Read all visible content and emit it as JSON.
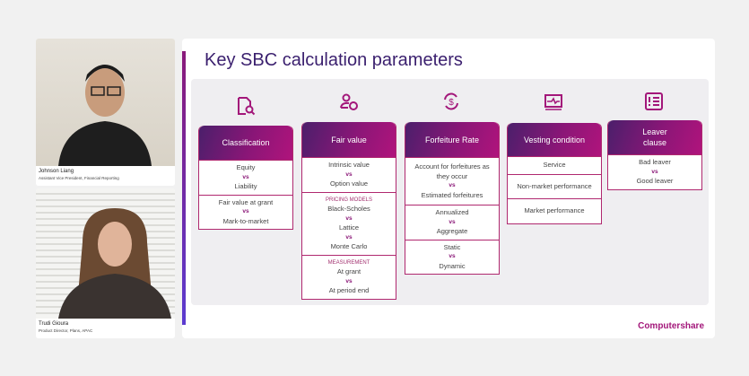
{
  "participants": [
    {
      "name": "Johnson Liang",
      "role": "Assistant Vice President, Financial Reporting"
    },
    {
      "name": "Trudi Gioura",
      "role": "Product Director, Plans, APAC"
    }
  ],
  "slide": {
    "title": "Key SBC calculation parameters",
    "logo": "Computershare",
    "cards": [
      {
        "icon": "document-search-icon",
        "title": "Classification",
        "cells": [
          [
            "Equity",
            "vs",
            "Liability"
          ],
          [
            "Fair value at grant",
            "vs",
            "Mark-to-market"
          ]
        ]
      },
      {
        "icon": "person-cube-icon",
        "title": "Fair value",
        "cells": [
          [
            "Intrinsic value",
            "vs",
            "Option value"
          ]
        ],
        "pricing_label": "PRICING MODELS",
        "pricing": [
          "Black-Scholes",
          "vs",
          "Lattice",
          "vs",
          "Monte Carlo"
        ],
        "measurement_label": "MEASUREMENT",
        "measurement": [
          "At grant",
          "vs",
          "At period end"
        ]
      },
      {
        "icon": "dollar-cycle-icon",
        "title": "Forfeiture Rate",
        "cells": [
          [
            "Account for forfeitures as they occur",
            "vs",
            "Estimated forfeitures"
          ],
          [
            "Annualized",
            "vs",
            "Aggregate"
          ],
          [
            "Static",
            "vs",
            "Dynamic"
          ]
        ]
      },
      {
        "icon": "monitor-pulse-icon",
        "title": "Vesting condition",
        "cells": [
          [
            "Service"
          ],
          [
            "Non-market performance"
          ],
          [
            "Market performance"
          ]
        ]
      },
      {
        "icon": "checklist-icon",
        "title": "Leaver clause",
        "cells": [
          [
            "Bad leaver",
            "vs",
            "Good leaver"
          ]
        ]
      }
    ]
  }
}
